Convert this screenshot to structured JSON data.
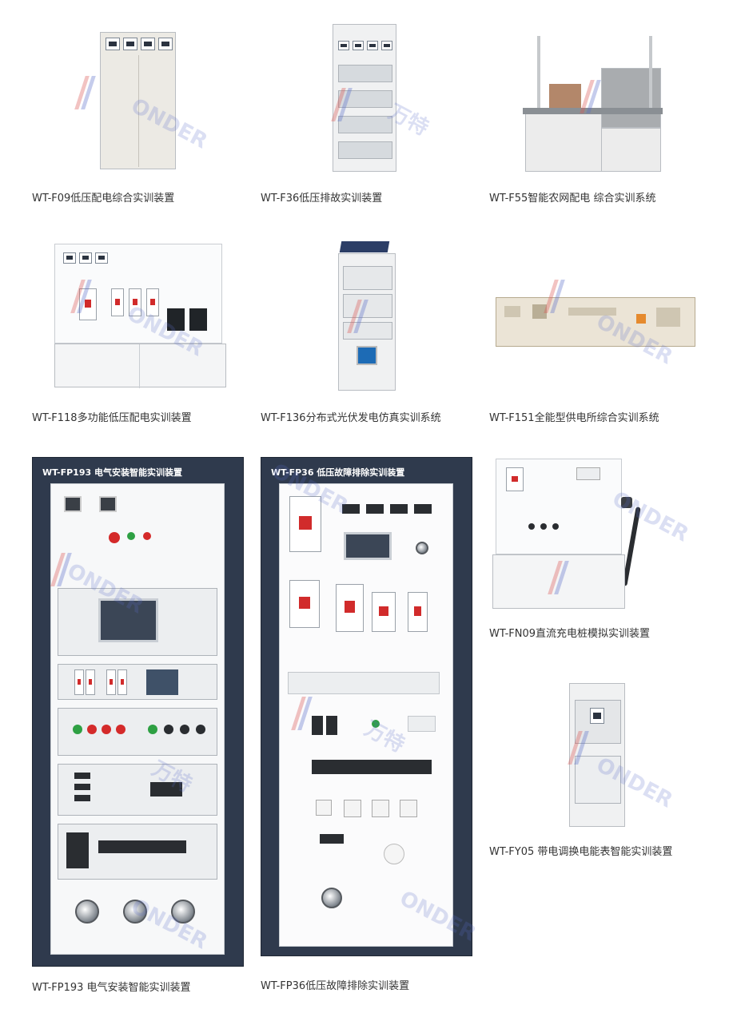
{
  "products": [
    {
      "id": "wt-f09",
      "caption": "WT-F09低压配电综合实训装置"
    },
    {
      "id": "wt-f36",
      "caption": "WT-F36低压排故实训装置"
    },
    {
      "id": "wt-f55",
      "caption": "WT-F55智能农网配电 综合实训系统"
    },
    {
      "id": "wt-f118",
      "caption": "WT-F118多功能低压配电实训装置"
    },
    {
      "id": "wt-f136",
      "caption": "WT-F136分布式光伏发电仿真实训系统"
    },
    {
      "id": "wt-f151",
      "caption": "WT-F151全能型供电所综合实训系统"
    },
    {
      "id": "wt-fp193",
      "caption": "WT-FP193 电气安装智能实训装置",
      "panel_title": "WT-FP193 电气安装智能实训装置"
    },
    {
      "id": "wt-fp36",
      "caption": "WT-FP36低压故障排除实训装置",
      "panel_title": "WT-FP36 低压故障排除实训装置"
    },
    {
      "id": "wt-fn09",
      "caption": "WT-FN09直流充电桩模拟实训装置"
    },
    {
      "id": "wt-fy05",
      "caption": "WT-FY05 带电调换电能表智能实训装置"
    }
  ],
  "watermark": {
    "brand_cn": "万特",
    "brand_en": "ONDER"
  },
  "colors": {
    "cabinet_frame": "#2f3a4d",
    "watermark_blue": "#5a6ec8",
    "watermark_red": "#d9534f",
    "caption_text": "#333333"
  }
}
